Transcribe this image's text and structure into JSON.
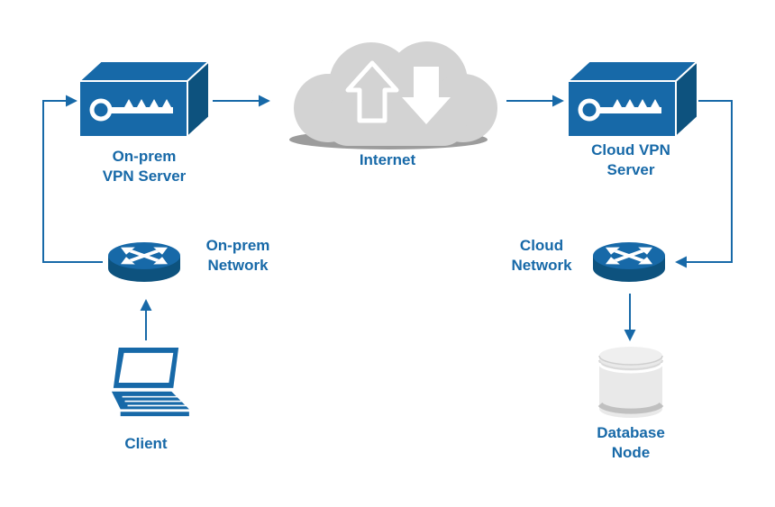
{
  "diagram": {
    "type": "network-architecture",
    "colors": {
      "primary": "#1769a8",
      "primary_dark": "#0d527e",
      "cloud_fill": "#d3d3d3",
      "cloud_shadow": "#9c9c9c",
      "db_fill": "#e9e9e9",
      "label_text": "#1769a8"
    },
    "nodes": {
      "onprem_vpn_server": {
        "label": "On-prem\nVPN Server",
        "icon": "vpn-server-icon"
      },
      "internet": {
        "label": "Internet",
        "icon": "internet-cloud-icon"
      },
      "cloud_vpn_server": {
        "label": "Cloud VPN\nServer",
        "icon": "vpn-server-icon"
      },
      "onprem_network": {
        "label": "On-prem\nNetwork",
        "icon": "router-icon"
      },
      "cloud_network": {
        "label": "Cloud\nNetwork",
        "icon": "router-icon"
      },
      "client": {
        "label": "Client",
        "icon": "laptop-icon"
      },
      "database_node": {
        "label": "Database\nNode",
        "icon": "database-icon"
      }
    },
    "edges": [
      {
        "from": "onprem_vpn_server",
        "to": "internet"
      },
      {
        "from": "internet",
        "to": "cloud_vpn_server"
      },
      {
        "from": "cloud_vpn_server",
        "to": "cloud_network"
      },
      {
        "from": "onprem_network",
        "to": "onprem_vpn_server"
      },
      {
        "from": "client",
        "to": "onprem_network"
      },
      {
        "from": "cloud_network",
        "to": "database_node"
      }
    ]
  }
}
